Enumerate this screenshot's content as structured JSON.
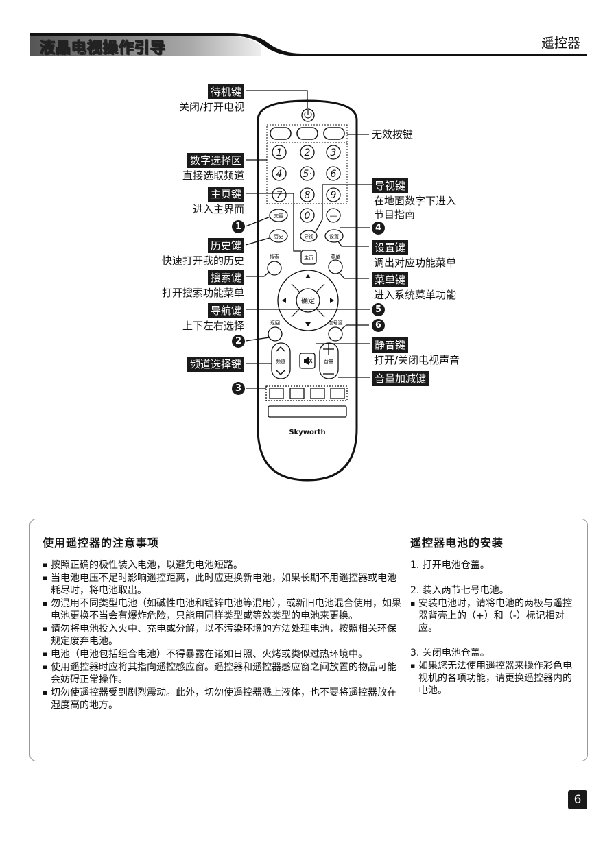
{
  "header": {
    "title": "液晶电视操作引导",
    "section": "遥控器"
  },
  "remote": {
    "brand": "Skyworth",
    "digits": [
      "1",
      "2",
      "3",
      "4",
      "5·",
      "6",
      "7",
      "8",
      "9",
      "0"
    ],
    "buttons": {
      "swap": "交替",
      "guide": "导视",
      "dash": "—",
      "history": "历史",
      "settings": "设置",
      "search": "搜索",
      "home": "主页",
      "menu": "菜单",
      "ok": "确定",
      "back": "返回",
      "source": "信号源",
      "channel": "频道",
      "volume": "音量",
      "plus": "+",
      "minus": "—"
    }
  },
  "labels": {
    "power": {
      "tag": "待机键",
      "desc": "关闭/打开电视"
    },
    "invalid": {
      "desc": "无效按键"
    },
    "digits": {
      "tag": "数字选择区",
      "desc": "直接选取频道"
    },
    "home": {
      "tag": "主页键",
      "desc": "进入主界面"
    },
    "guide": {
      "tag": "导视键",
      "desc1": "在地面数字下进入",
      "desc2": "节目指南"
    },
    "history": {
      "tag": "历史键",
      "desc": "快速打开我的历史"
    },
    "settings": {
      "tag": "设置键",
      "desc": "调出对应功能菜单"
    },
    "search": {
      "tag": "搜索键",
      "desc": "打开搜索功能菜单"
    },
    "menu": {
      "tag": "菜单键",
      "desc": "进入系统菜单功能"
    },
    "nav": {
      "tag": "导航键",
      "desc": "上下左右选择"
    },
    "mute": {
      "tag": "静音键",
      "desc": "打开/关闭电视声音"
    },
    "channel": {
      "tag": "频道选择键"
    },
    "volume": {
      "tag": "音量加减键"
    },
    "n1": "1",
    "n2": "2",
    "n3": "3",
    "n4": "4",
    "n5": "5",
    "n6": "6"
  },
  "notes": {
    "title": "使用遥控器的注意事项",
    "items": [
      "按照正确的极性装入电池，以避免电池短路。",
      "当电池电压不足时影响遥控距离，此时应更换新电池，如果长期不用遥控器或电池耗尽时，将电池取出。",
      "勿混用不同类型电池（如碱性电池和锰锌电池等混用），或新旧电池混合使用，如果电池更换不当会有爆炸危险，只能用同样类型或等效类型的电池来更换。",
      "请勿将电池投入火中、充电或分解，以不污染环境的方法处理电池，按照相关环保规定废弃电池。",
      "电池（电池包括组合电池）不得暴露在诸如日照、火烤或类似过热环境中。",
      "使用遥控器时应将其指向遥控感应窗。遥控器和遥控器感应窗之间放置的物品可能会妨碍正常操作。",
      "切勿使遥控器受到剧烈震动。此外，切勿使遥控器溅上液体，也不要将遥控器放在湿度高的地方。"
    ]
  },
  "battery": {
    "title": "遥控器电池的安装",
    "step1": "1. 打开电池仓盖。",
    "step2": "2. 装入两节七号电池。",
    "step2_note": "安装电池时，请将电池的两极与遥控器背壳上的（+）和（-）标记相对应。",
    "step3": "3. 关闭电池仓盖。",
    "step3_note": "如果您无法使用遥控器来操作彩色电视机的各项功能，请更换遥控器内的电池。"
  },
  "page_number": "6"
}
